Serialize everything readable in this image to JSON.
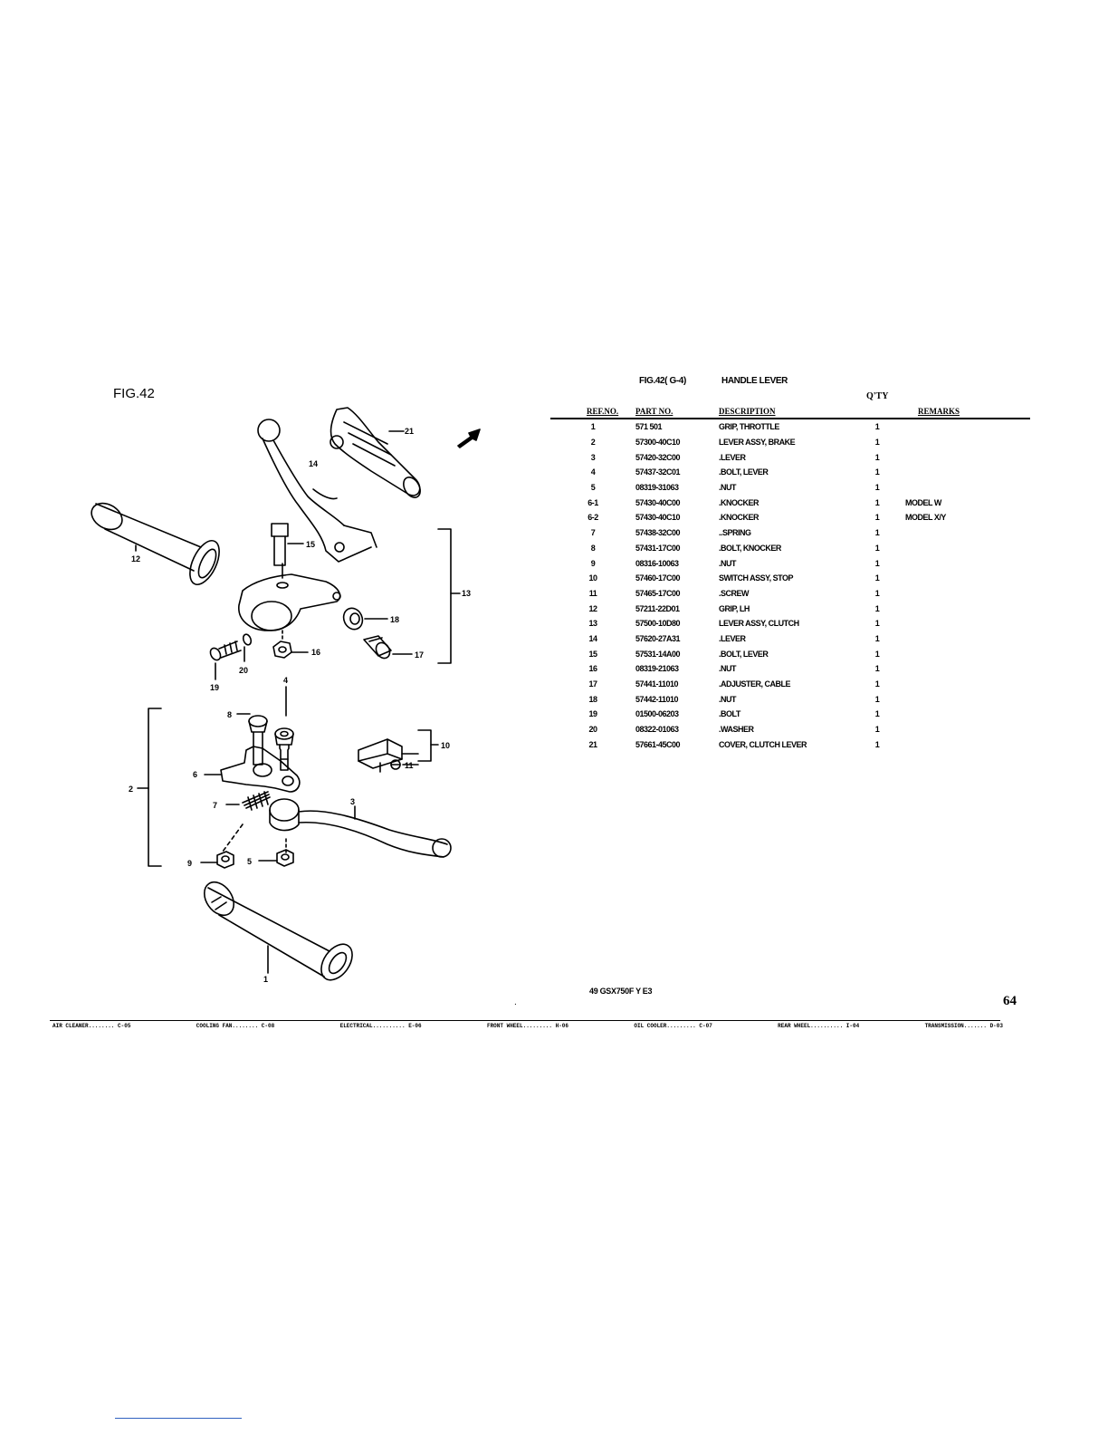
{
  "figure_label": "FIG.42",
  "table_caption": {
    "fig": "FIG.42( G-4)",
    "title": "HANDLE LEVER"
  },
  "qty_label": "Q'TY",
  "headers": {
    "ref": "REF.NO.",
    "part": "PART NO.",
    "desc": "DESCRIPTION",
    "qty": "",
    "remarks": "REMARKS"
  },
  "parts": [
    {
      "ref": "1",
      "part": "571    501",
      "desc": "GRIP, THROTTLE",
      "qty": "1",
      "remarks": ""
    },
    {
      "ref": "2",
      "part": "57300-40C10",
      "desc": "LEVER ASSY, BRAKE",
      "qty": "1",
      "remarks": ""
    },
    {
      "ref": "3",
      "part": "57420-32C00",
      "desc": ".LEVER",
      "qty": "1",
      "remarks": ""
    },
    {
      "ref": "4",
      "part": "57437-32C01",
      "desc": ".BOLT, LEVER",
      "qty": "1",
      "remarks": ""
    },
    {
      "ref": "5",
      "part": "08319-31063",
      "desc": ".NUT",
      "qty": "1",
      "remarks": ""
    },
    {
      "ref": "6-1",
      "part": "57430-40C00",
      "desc": ".KNOCKER",
      "qty": "1",
      "remarks": "MODEL W"
    },
    {
      "ref": "6-2",
      "part": "57430-40C10",
      "desc": ".KNOCKER",
      "qty": "1",
      "remarks": "MODEL X/Y"
    },
    {
      "ref": "7",
      "part": "57438-32C00",
      "desc": "..SPRING",
      "qty": "1",
      "remarks": ""
    },
    {
      "ref": "8",
      "part": "57431-17C00",
      "desc": ".BOLT, KNOCKER",
      "qty": "1",
      "remarks": ""
    },
    {
      "ref": "9",
      "part": "08316-10063",
      "desc": ".NUT",
      "qty": "1",
      "remarks": ""
    },
    {
      "ref": "10",
      "part": "57460-17C00",
      "desc": "SWITCH ASSY, STOP",
      "qty": "1",
      "remarks": ""
    },
    {
      "ref": "11",
      "part": "57465-17C00",
      "desc": ".SCREW",
      "qty": "1",
      "remarks": ""
    },
    {
      "ref": "12",
      "part": "57211-22D01",
      "desc": "GRIP, LH",
      "qty": "1",
      "remarks": ""
    },
    {
      "ref": "13",
      "part": "57500-10D80",
      "desc": "LEVER ASSY, CLUTCH",
      "qty": "1",
      "remarks": ""
    },
    {
      "ref": "14",
      "part": "57620-27A31",
      "desc": ".LEVER",
      "qty": "1",
      "remarks": ""
    },
    {
      "ref": "15",
      "part": "57531-14A00",
      "desc": ".BOLT, LEVER",
      "qty": "1",
      "remarks": ""
    },
    {
      "ref": "16",
      "part": "08319-21063",
      "desc": ".NUT",
      "qty": "1",
      "remarks": ""
    },
    {
      "ref": "17",
      "part": "57441-11010",
      "desc": ".ADJUSTER, CABLE",
      "qty": "1",
      "remarks": ""
    },
    {
      "ref": "18",
      "part": "57442-11010",
      "desc": ".NUT",
      "qty": "1",
      "remarks": ""
    },
    {
      "ref": "19",
      "part": "01500-06203",
      "desc": ".BOLT",
      "qty": "1",
      "remarks": ""
    },
    {
      "ref": "20",
      "part": "08322-01063",
      "desc": ".WASHER",
      "qty": "1",
      "remarks": ""
    },
    {
      "ref": "21",
      "part": "57661-45C00",
      "desc": "COVER, CLUTCH LEVER",
      "qty": "1",
      "remarks": ""
    }
  ],
  "callouts": {
    "c1": "1",
    "c2": "2",
    "c3": "3",
    "c4": "4",
    "c5": "5",
    "c6": "6",
    "c7": "7",
    "c8": "8",
    "c9": "9",
    "c10": "10",
    "c11": "11",
    "c12": "12",
    "c13": "13",
    "c14": "14",
    "c15": "15",
    "c16": "16",
    "c17": "17",
    "c18": "18",
    "c19": "19",
    "c20": "20",
    "c21": "21"
  },
  "footer_code": "49 GSX750F Y E3",
  "page_number": "64",
  "dot": ".",
  "index": [
    "AIR CLEANER........ C-05",
    "COOLING FAN........ C-08",
    "ELECTRICAL.......... E-06",
    "FRONT WHEEL......... H-06",
    "OIL COOLER......... C-07",
    "REAR WHEEL.......... I-04",
    "TRANSMISSION....... D-03"
  ]
}
